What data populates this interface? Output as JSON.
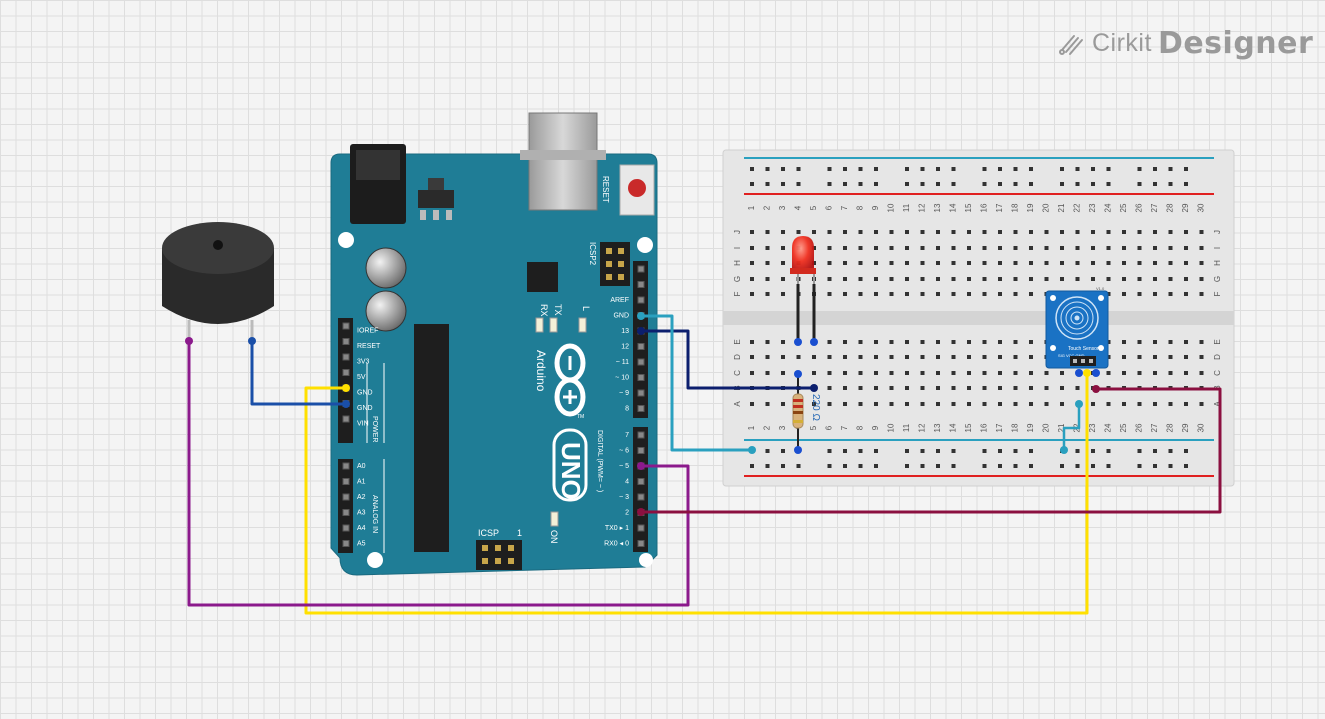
{
  "brand": {
    "name_light": "Cirkit",
    "name_bold": "Designer",
    "icon": "cirkit-logo-icon"
  },
  "arduino": {
    "reset_label": "RESET",
    "icsp2_label": "ICSP2",
    "rx_label": "RX",
    "tx_label": "TX",
    "l_label": "L",
    "brand_text": "Arduino",
    "tm_text": "TM",
    "model_text": "UNO",
    "on_label": "ON",
    "icsp_label": "ICSP",
    "icsp_pin1": "1",
    "power_label": "POWER",
    "analog_label": "ANALOG IN",
    "digital_label": "DIGITAL (PWM= ~ )",
    "power_pins": [
      "IOREF",
      "RESET",
      "3V3",
      "5V",
      "GND",
      "GND",
      "VIN"
    ],
    "analog_pins": [
      "A0",
      "A1",
      "A2",
      "A3",
      "A4",
      "A5"
    ],
    "digital_pins_top": [
      "AREF",
      "GND",
      "13",
      "12",
      "~ 11",
      "~ 10",
      "~ 9",
      "8"
    ],
    "digital_pins_bottom": [
      "7",
      "~ 6",
      "~ 5",
      "4",
      "~ 3",
      "2",
      "TX0 ▸ 1",
      "RX0 ◂ 0"
    ]
  },
  "breadboard": {
    "columns": [
      "1",
      "2",
      "3",
      "4",
      "5",
      "6",
      "7",
      "8",
      "9",
      "10",
      "11",
      "12",
      "13",
      "14",
      "15",
      "16",
      "17",
      "18",
      "19",
      "20",
      "21",
      "22",
      "23",
      "24",
      "25",
      "26",
      "27",
      "28",
      "29",
      "30"
    ],
    "rows_top": [
      "J",
      "I",
      "H",
      "G",
      "F"
    ],
    "rows_bottom": [
      "E",
      "D",
      "C",
      "B",
      "A"
    ]
  },
  "resistor": {
    "label": "220 Ω"
  },
  "touch_sensor": {
    "pin_labels": "SIG VCC GND",
    "name": "Touch Sensor",
    "version": "V1.0"
  },
  "colors": {
    "board": "#1f7d96",
    "wire_yellow": "#ffe000",
    "wire_purple": "#8b1a8c",
    "wire_maroon": "#8b1040",
    "wire_navy": "#0c1f6e",
    "wire_teal": "#2aa0bf",
    "wire_blue": "#1a4fa8",
    "rail_blue": "#2aa0bf",
    "rail_red": "#e02020",
    "led": "#e8201a"
  }
}
